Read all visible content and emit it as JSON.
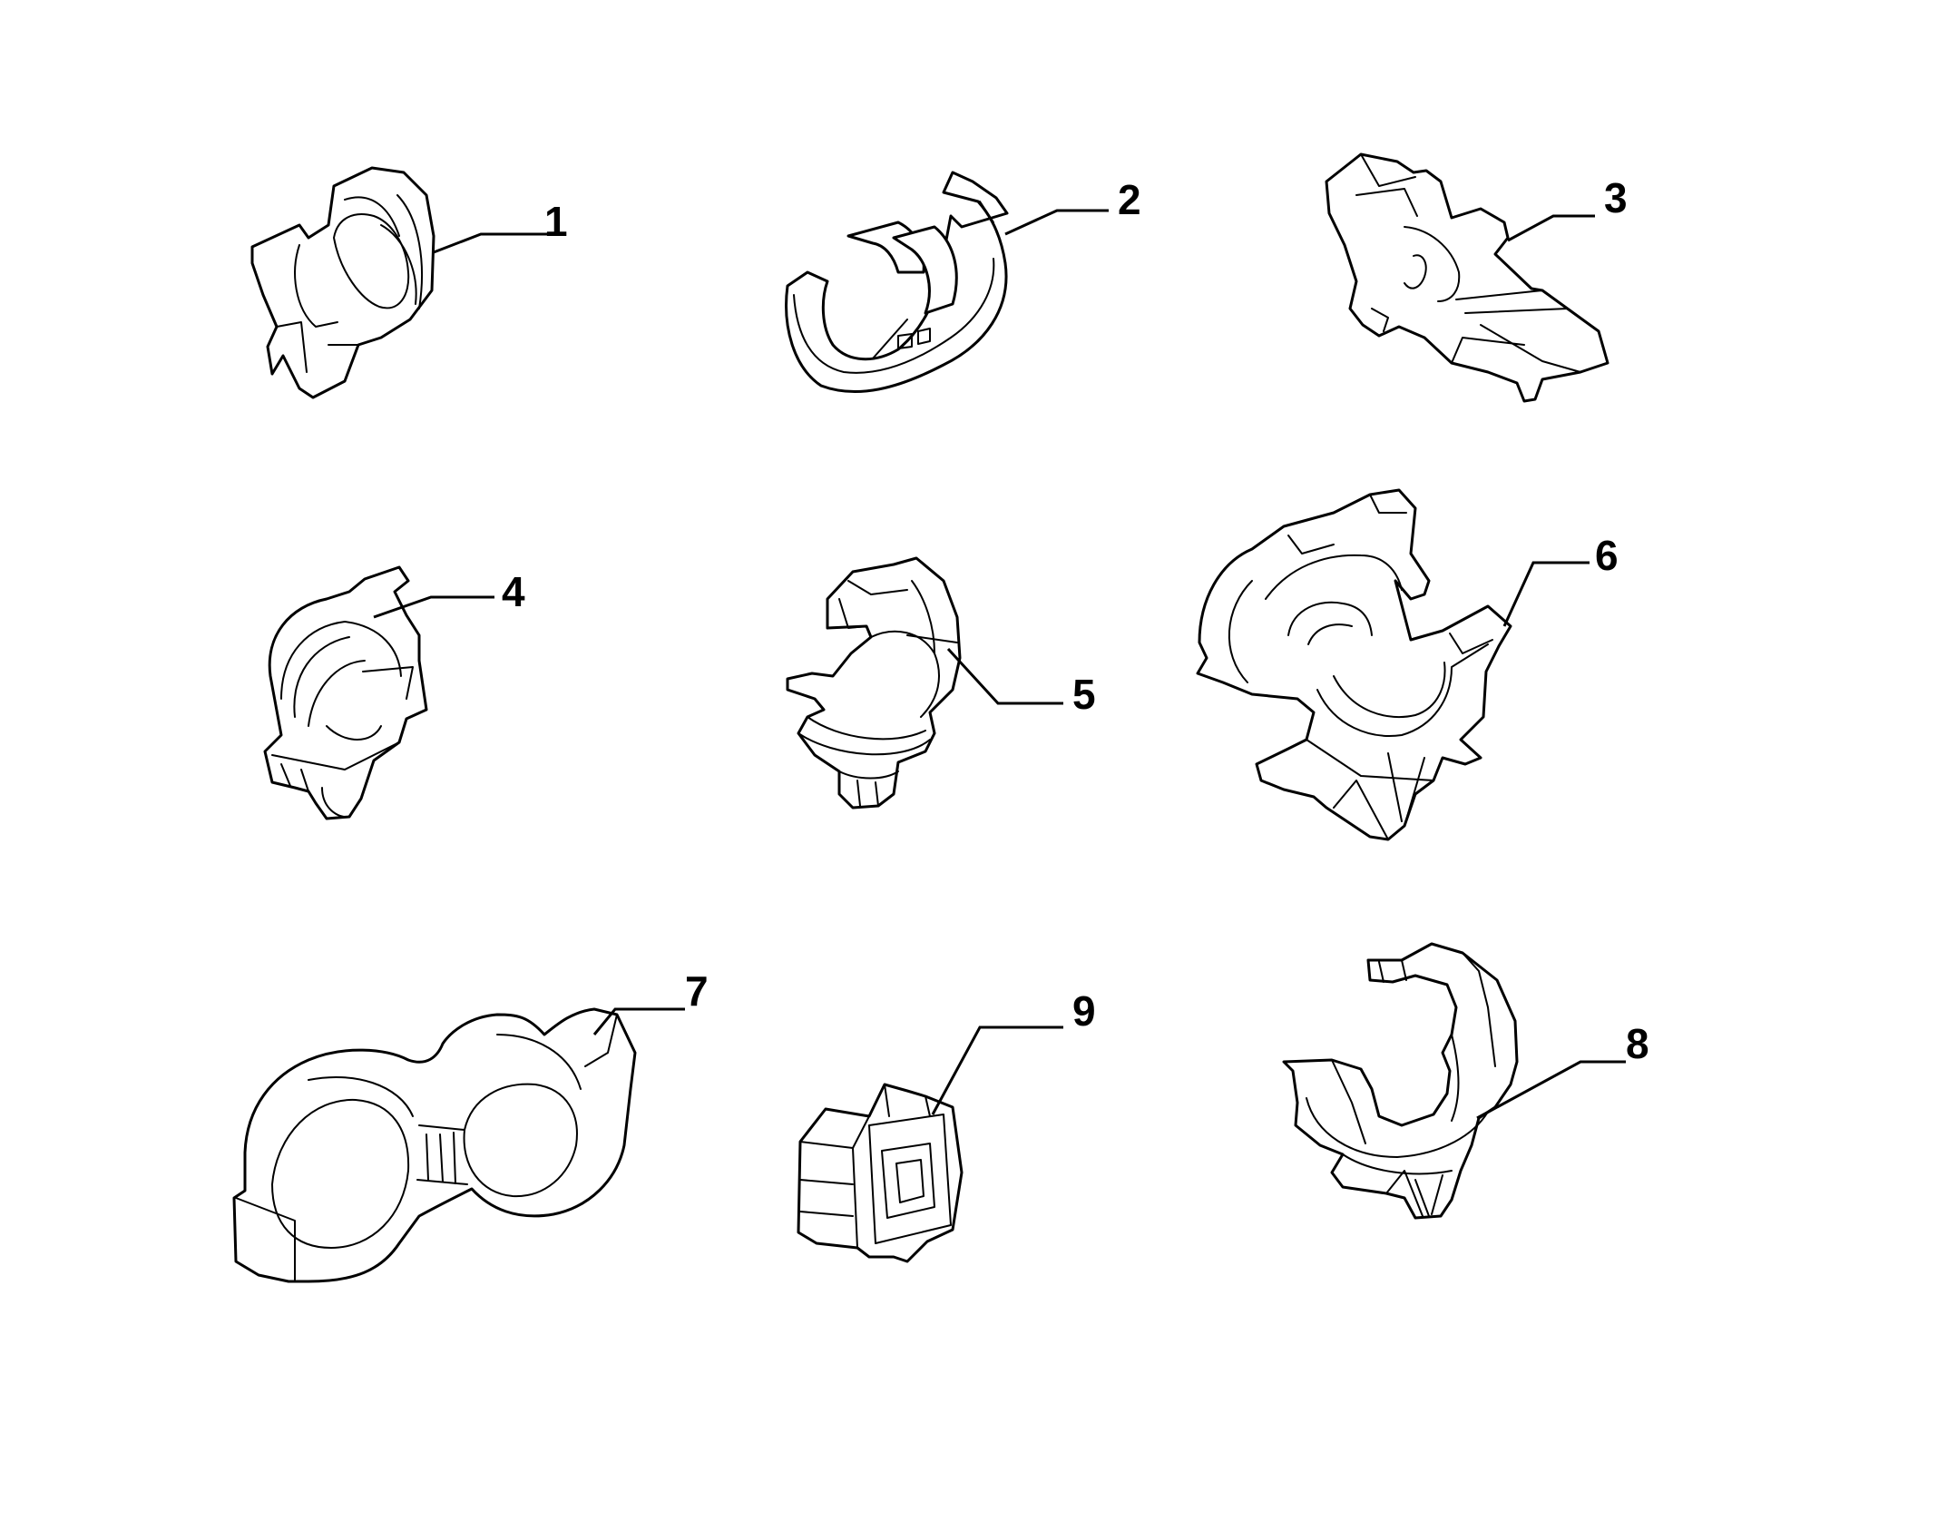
{
  "diagram": {
    "background": "#ffffff",
    "line_color": "#000000",
    "parts": [
      {
        "id": "1",
        "label": "1",
        "shape": "clip-double-channel"
      },
      {
        "id": "2",
        "label": "2",
        "shape": "clip-twin-pipe"
      },
      {
        "id": "3",
        "label": "3",
        "shape": "clip-rail-mount"
      },
      {
        "id": "4",
        "label": "4",
        "shape": "clip-round-push-pin"
      },
      {
        "id": "5",
        "label": "5",
        "shape": "clip-ring-push-pin"
      },
      {
        "id": "6",
        "label": "6",
        "shape": "clip-large-double-saddle"
      },
      {
        "id": "7",
        "label": "7",
        "shape": "clip-double-ring-strap"
      },
      {
        "id": "8",
        "label": "8",
        "shape": "clip-hook-push-pin"
      },
      {
        "id": "9",
        "label": "9",
        "shape": "clip-square-frame"
      }
    ]
  }
}
